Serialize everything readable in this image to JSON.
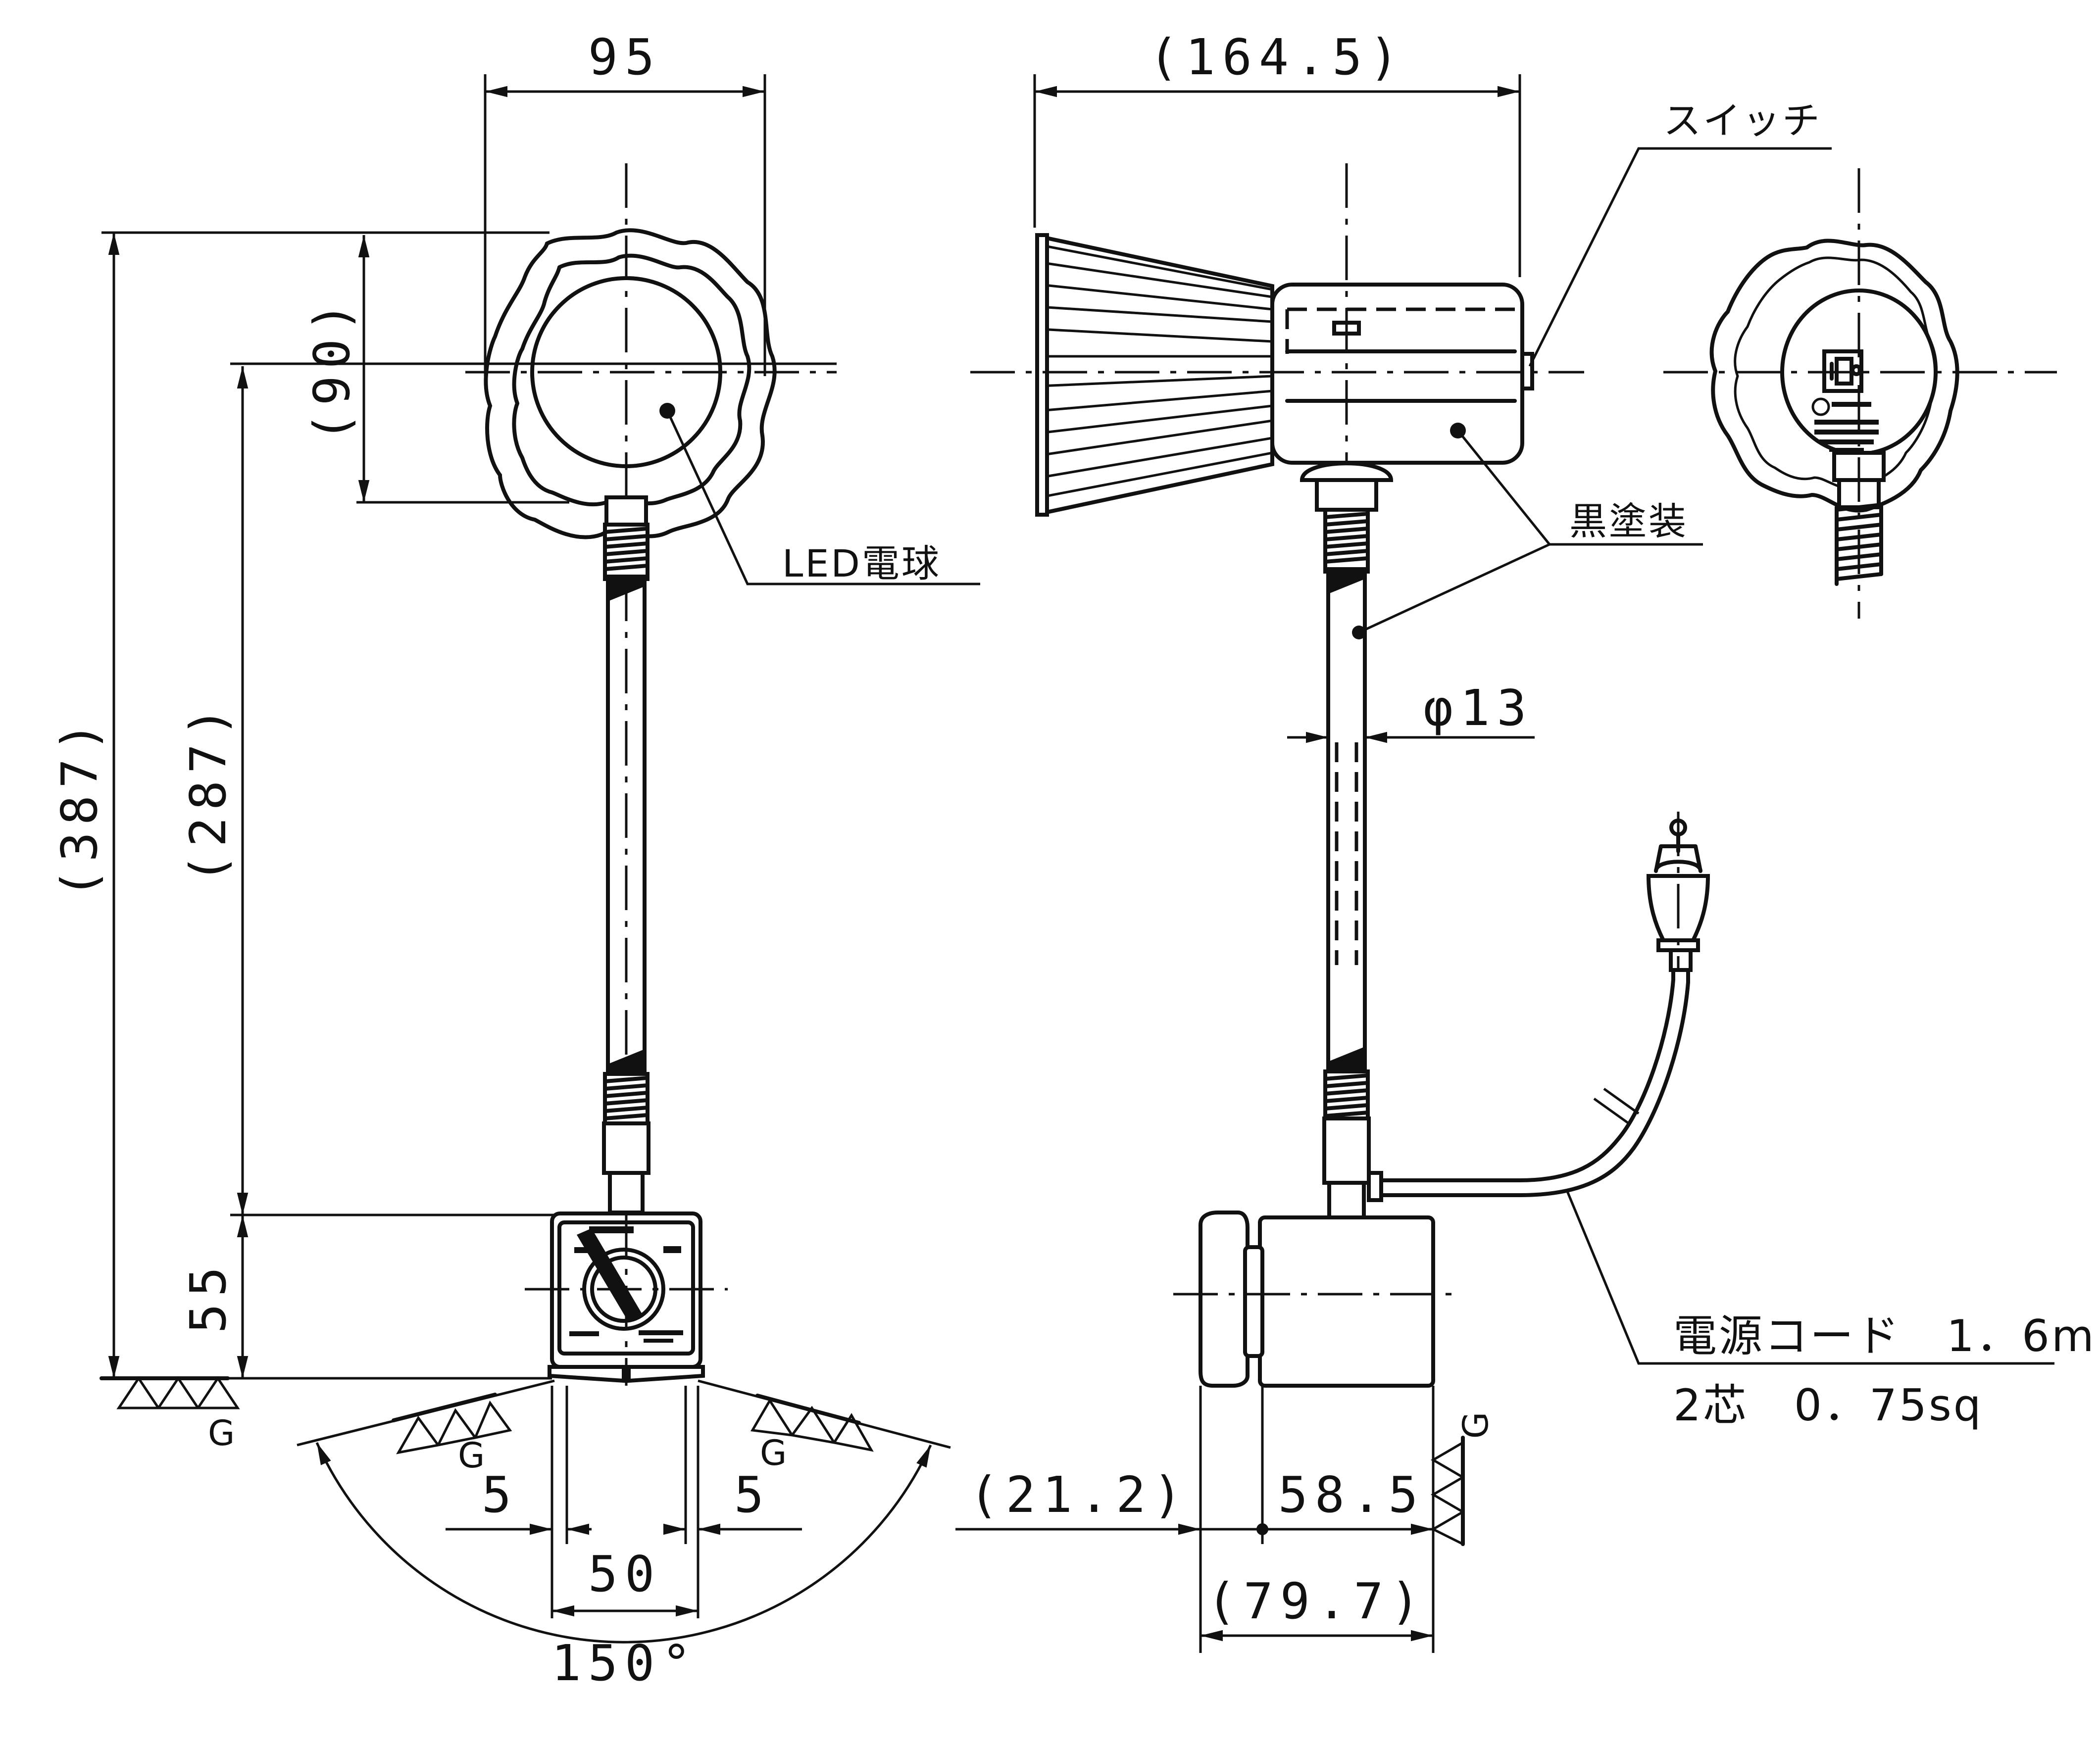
{
  "dimensions": {
    "width_front": "95",
    "length_side": "(164.5)",
    "head_height": "(90)",
    "overall_height": "(387)",
    "arm_height": "(287)",
    "base_height": "55",
    "pipe_diameter": "φ13",
    "foot_left": "5",
    "foot_right": "5",
    "base_width": "50",
    "swivel_angle": "150°",
    "offset": "(21.2)",
    "base_depth": "58.5",
    "overall_depth": "(79.7)"
  },
  "labels": {
    "switch": "スイッチ",
    "led_bulb": "LED電球",
    "black_paint": "黒塗装",
    "cord_line1": "電源コード　1．6m",
    "cord_line2": "2芯　0．75sq"
  },
  "ground_symbol": "G"
}
